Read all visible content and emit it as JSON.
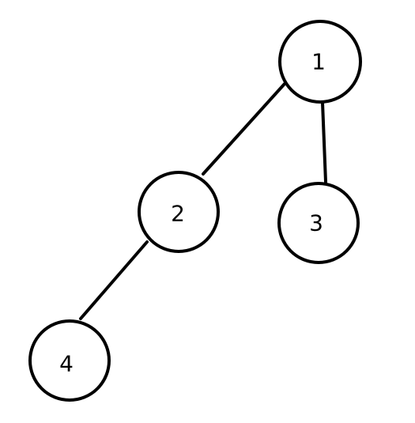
{
  "diagram": {
    "type": "tree",
    "nodes": [
      {
        "id": "1",
        "label": "1"
      },
      {
        "id": "2",
        "label": "2"
      },
      {
        "id": "3",
        "label": "3"
      },
      {
        "id": "4",
        "label": "4"
      }
    ],
    "edges": [
      {
        "from": "1",
        "to": "2"
      },
      {
        "from": "1",
        "to": "3"
      },
      {
        "from": "2",
        "to": "4"
      }
    ],
    "colors": {
      "stroke": "#000000",
      "fill": "#ffffff"
    }
  }
}
